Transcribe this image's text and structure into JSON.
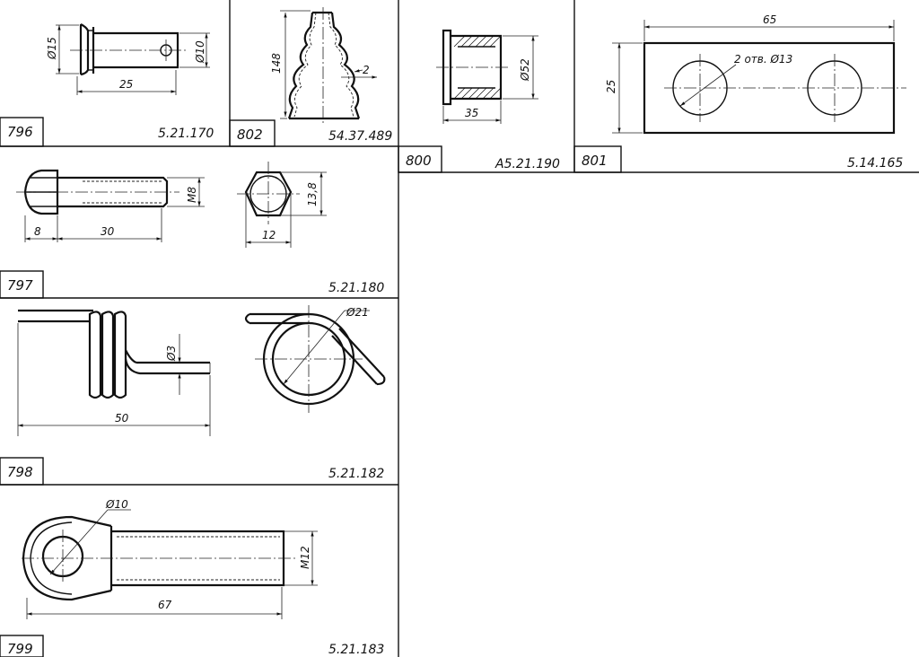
{
  "parts": {
    "p796": {
      "number": "796",
      "code": "5.21.170",
      "dims": {
        "dia_head": "Ø15",
        "dia_pin": "Ø10",
        "length": "25"
      }
    },
    "p802": {
      "number": "802",
      "code": "54.37.489",
      "dims": {
        "height": "148",
        "wall": "2"
      }
    },
    "p800": {
      "number": "800",
      "code": "А5.21.190",
      "dims": {
        "dia": "Ø52",
        "length": "35"
      }
    },
    "p801": {
      "number": "801",
      "code": "5.14.165",
      "dims": {
        "length": "65",
        "width": "25",
        "holes": "2 отв. Ø13"
      }
    },
    "p797": {
      "number": "797",
      "code": "5.21.180",
      "dims": {
        "head": "8",
        "length": "30",
        "thread": "M8",
        "hex_across": "12",
        "hex_height": "13,8"
      }
    },
    "p798": {
      "number": "798",
      "code": "5.21.182",
      "dims": {
        "wire": "Ø3",
        "length": "50",
        "coil_dia": "Ø21"
      }
    },
    "p799": {
      "number": "799",
      "code": "5.21.183",
      "dims": {
        "eye_hole": "Ø10",
        "thread": "M12",
        "length": "67"
      }
    }
  }
}
